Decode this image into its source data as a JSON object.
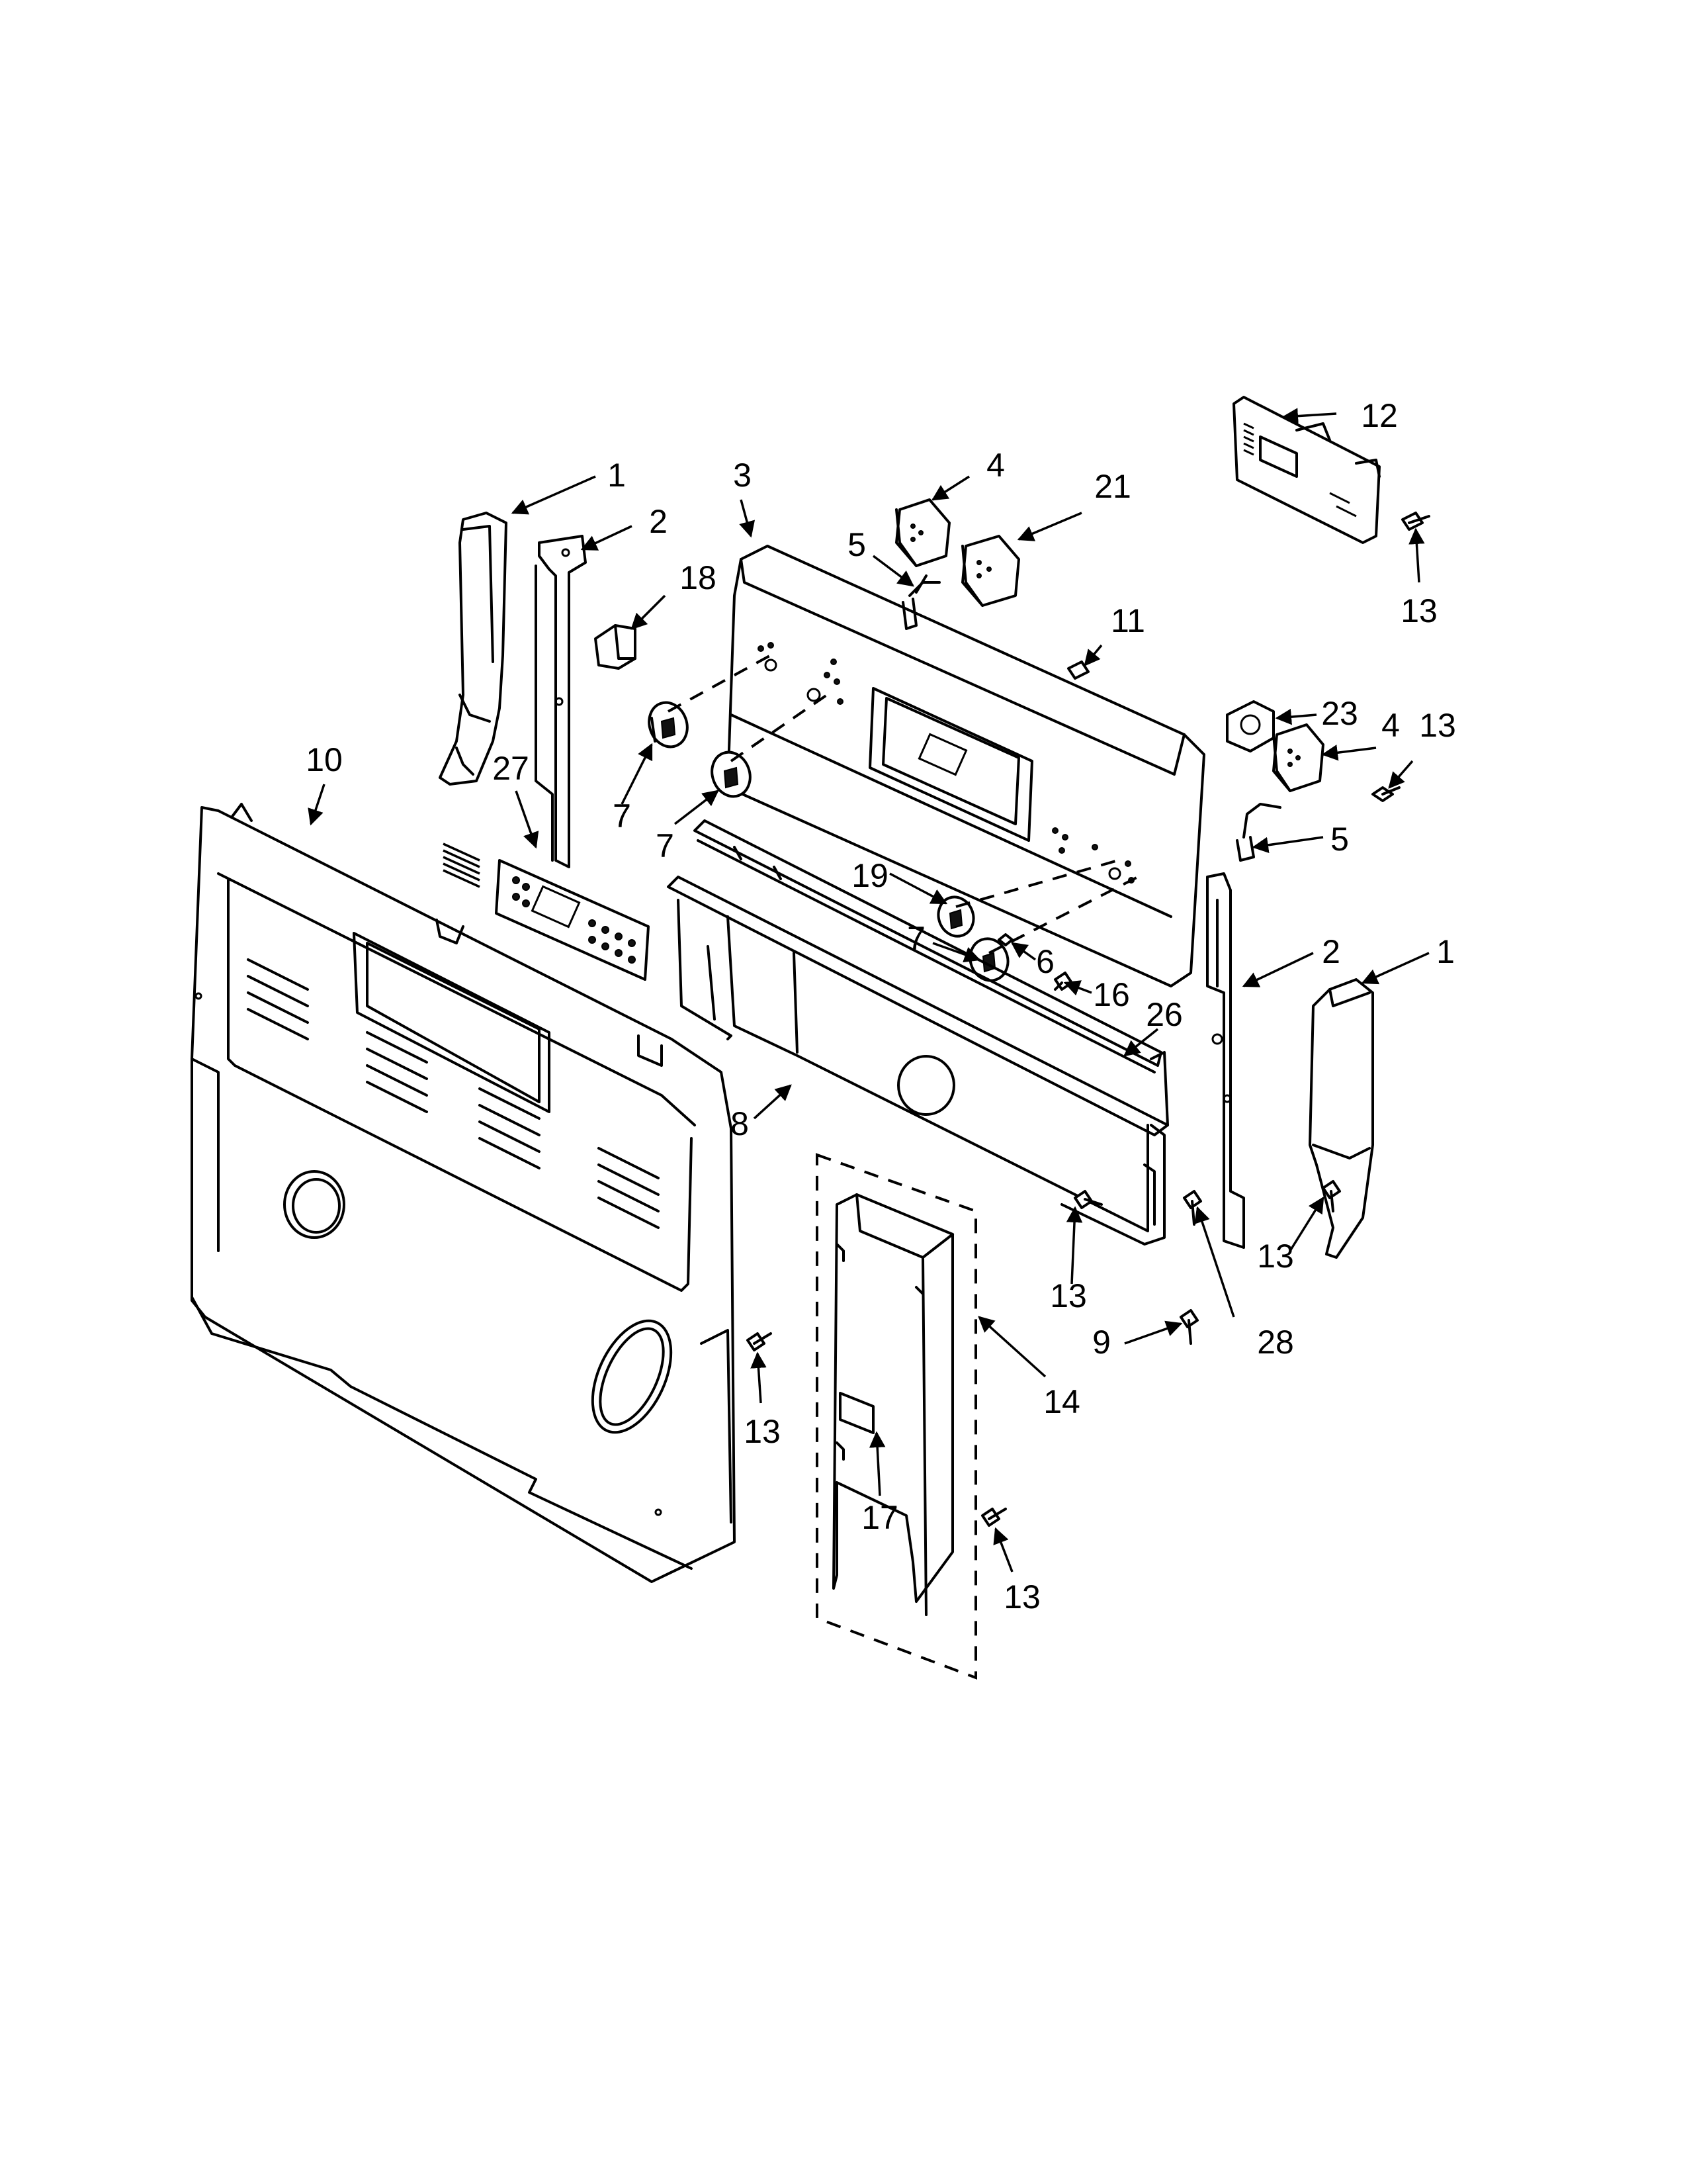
{
  "diagram": {
    "callouts": [
      {
        "id": "c1a",
        "label": "1"
      },
      {
        "id": "c2a",
        "label": "2"
      },
      {
        "id": "c3",
        "label": "3"
      },
      {
        "id": "c4a",
        "label": "4"
      },
      {
        "id": "c21",
        "label": "21"
      },
      {
        "id": "c12",
        "label": "12"
      },
      {
        "id": "c13a",
        "label": "13"
      },
      {
        "id": "c5a",
        "label": "5"
      },
      {
        "id": "c18",
        "label": "18"
      },
      {
        "id": "c11",
        "label": "11"
      },
      {
        "id": "c10",
        "label": "10"
      },
      {
        "id": "c23",
        "label": "23"
      },
      {
        "id": "c4b",
        "label": "4"
      },
      {
        "id": "c13b",
        "label": "13"
      },
      {
        "id": "c7a",
        "label": "7"
      },
      {
        "id": "c7b",
        "label": "7"
      },
      {
        "id": "c5b",
        "label": "5"
      },
      {
        "id": "c27",
        "label": "27"
      },
      {
        "id": "c19",
        "label": "19"
      },
      {
        "id": "c7c",
        "label": "7"
      },
      {
        "id": "c6",
        "label": "6"
      },
      {
        "id": "c2b",
        "label": "2"
      },
      {
        "id": "c1b",
        "label": "1"
      },
      {
        "id": "c16",
        "label": "16"
      },
      {
        "id": "c26",
        "label": "26"
      },
      {
        "id": "c8",
        "label": "8"
      },
      {
        "id": "c13c",
        "label": "13"
      },
      {
        "id": "c13d",
        "label": "13"
      },
      {
        "id": "c9",
        "label": "9"
      },
      {
        "id": "c28",
        "label": "28"
      },
      {
        "id": "c14",
        "label": "14"
      },
      {
        "id": "c13e",
        "label": "13"
      },
      {
        "id": "c17",
        "label": "17"
      },
      {
        "id": "c13f",
        "label": "13"
      }
    ]
  }
}
